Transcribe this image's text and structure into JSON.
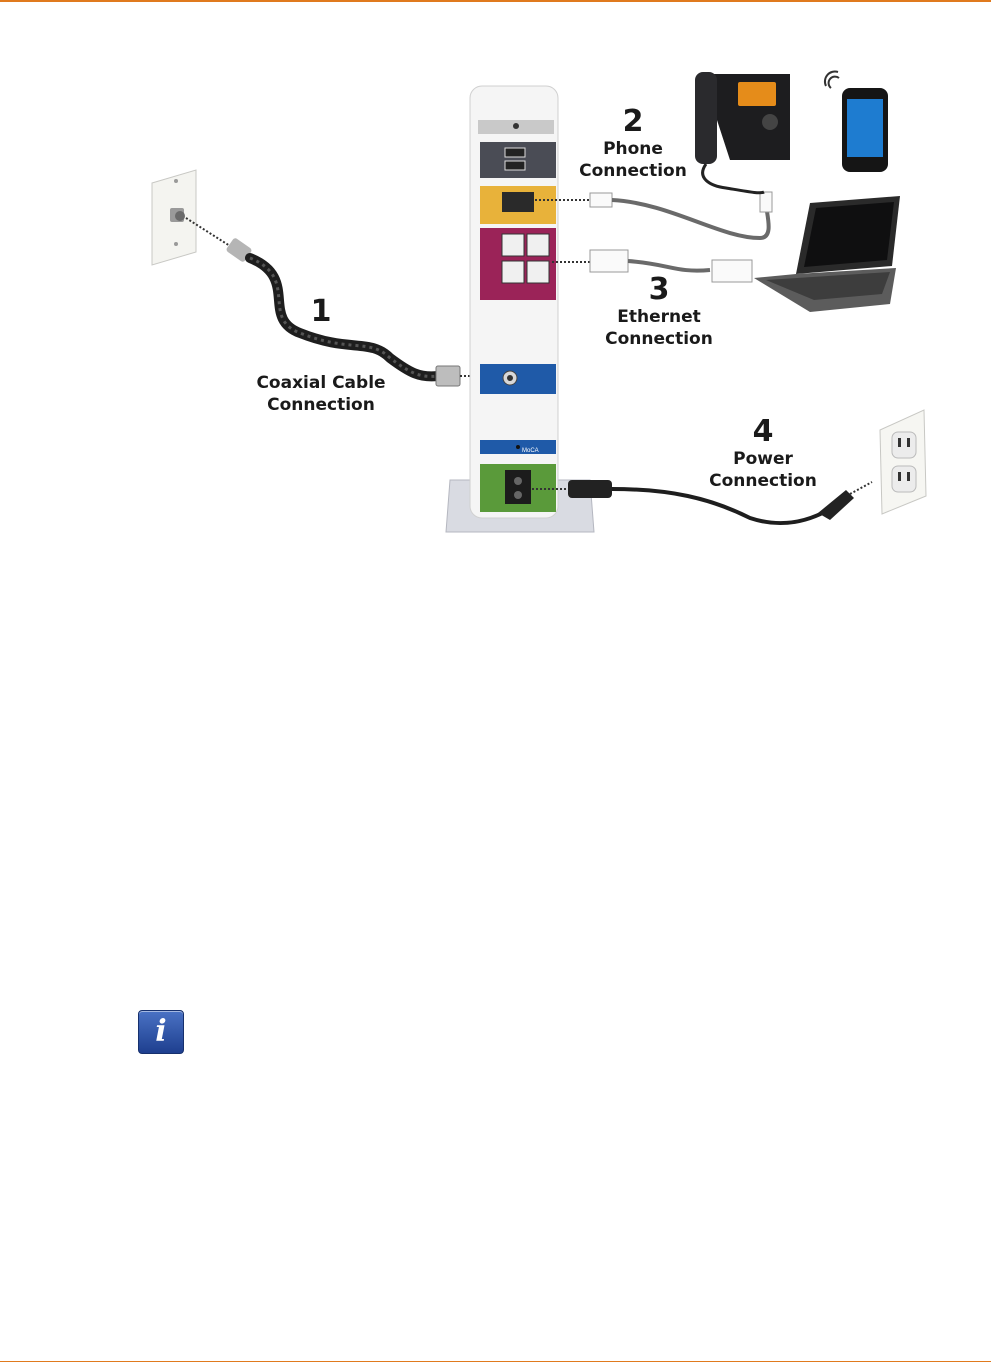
{
  "colors": {
    "page_rule": "#e07a1e",
    "usb_panel": "#4a4c55",
    "phone_panel": "#e8b23a",
    "ethernet_panel": "#9b2358",
    "cable_panel": "#1f5aa8",
    "moca_panel": "#1f5aa8",
    "power_panel": "#5a9a3a",
    "info_icon": "#2a4fa0"
  },
  "callouts": [
    {
      "number": "1",
      "label": "Coaxial Cable\nConnection"
    },
    {
      "number": "2",
      "label": "Phone\nConnection"
    },
    {
      "number": "3",
      "label": "Ethernet\nConnection"
    },
    {
      "number": "4",
      "label": "Power\nConnection"
    }
  ],
  "device_labels": {
    "moca": "MoCA"
  },
  "icons": {
    "info": "info-icon",
    "info_glyph": "i"
  }
}
